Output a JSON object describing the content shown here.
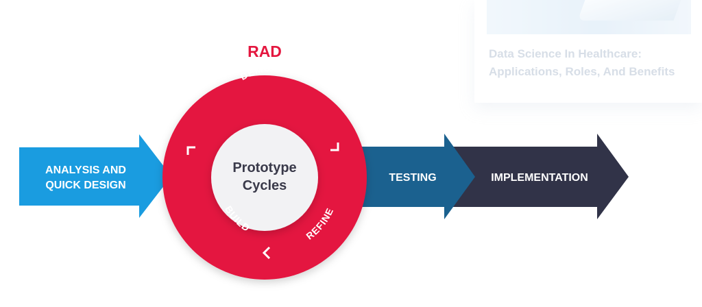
{
  "heading": "RAD",
  "phases": {
    "analysis": [
      "ANALYSIS AND",
      "QUICK DESIGN"
    ],
    "testing": "TESTING",
    "implementation": "IMPLEMENTATION"
  },
  "cycle": {
    "center": [
      "Prototype",
      "Cycles"
    ],
    "steps": [
      "DEMONSTRATE",
      "REFINE",
      "BUILD"
    ]
  },
  "related_article": {
    "title_line1": "Data Science In Healthcare:",
    "title_line2": "Applications, Roles, And Benefits"
  },
  "colors": {
    "rad_red": "#e4173f",
    "analysis_blue": "#1a9ce0",
    "testing_blue": "#1b618f",
    "implementation_navy": "#313348",
    "center_text": "#3a3a4a",
    "faded_text": "#b8c4d4"
  }
}
